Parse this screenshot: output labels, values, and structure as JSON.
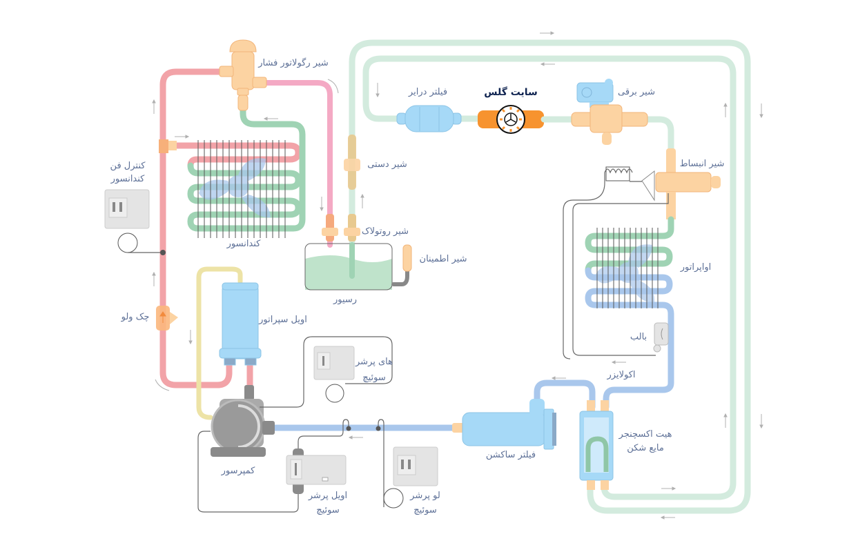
{
  "title": "Refrigeration cycle diagram",
  "colors": {
    "discharge": "#f2a3a8",
    "hot_gas_bypass": "#f4a9c4",
    "liquid": "#9fd3b4",
    "liquid_light": "#d3ebde",
    "suction": "#a9c7ec",
    "oil_return": "#ede3a6",
    "fitting": "#fcd3a2",
    "vessel": "#a6d9f7",
    "device_gray": "#9a9a9a",
    "switch_body": "#e4e4e4",
    "label": "#5c6f96",
    "label_emphasis": "#0f2350",
    "sight_glass_body": "#f7932f"
  },
  "labels": {
    "pressure_regulator_valve": "شیر رگولاتور فشار",
    "filter_drier": "فیلتر درایر",
    "sight_glass": "سایت گلس",
    "solenoid_valve": "شیر برقی",
    "expansion_valve": "شیر انبساط",
    "manual_valve": "شیر دستی",
    "rotolock_valve": "شیر روتولاک",
    "safety_valve": "شیر اطمینان",
    "receiver": "رسیور",
    "condenser_fan_control_line1": "کنترل فن",
    "condenser_fan_control_line2": "کندانسور",
    "condenser": "کندانسور",
    "check_valve": "چک ولو",
    "oil_separator": "اویل سپراتور",
    "high_pressure_switch_line1": "های پرشر",
    "high_pressure_switch_line2": "سوئیچ",
    "compressor": "کمپرسور",
    "oil_pressure_switch_line1": "اویل پرشر",
    "oil_pressure_switch_line2": "سوئیچ",
    "low_pressure_switch_line1": "لو پرشر",
    "low_pressure_switch_line2": "سوئیچ",
    "suction_filter": "فیلتر ساکشن",
    "heat_exchanger_line1": "هیت اکسچنجر",
    "heat_exchanger_line2": "مایع شکن",
    "evaporator": "اواپراتور",
    "bulb": "بالب",
    "equalizer": "اکولایزر"
  }
}
